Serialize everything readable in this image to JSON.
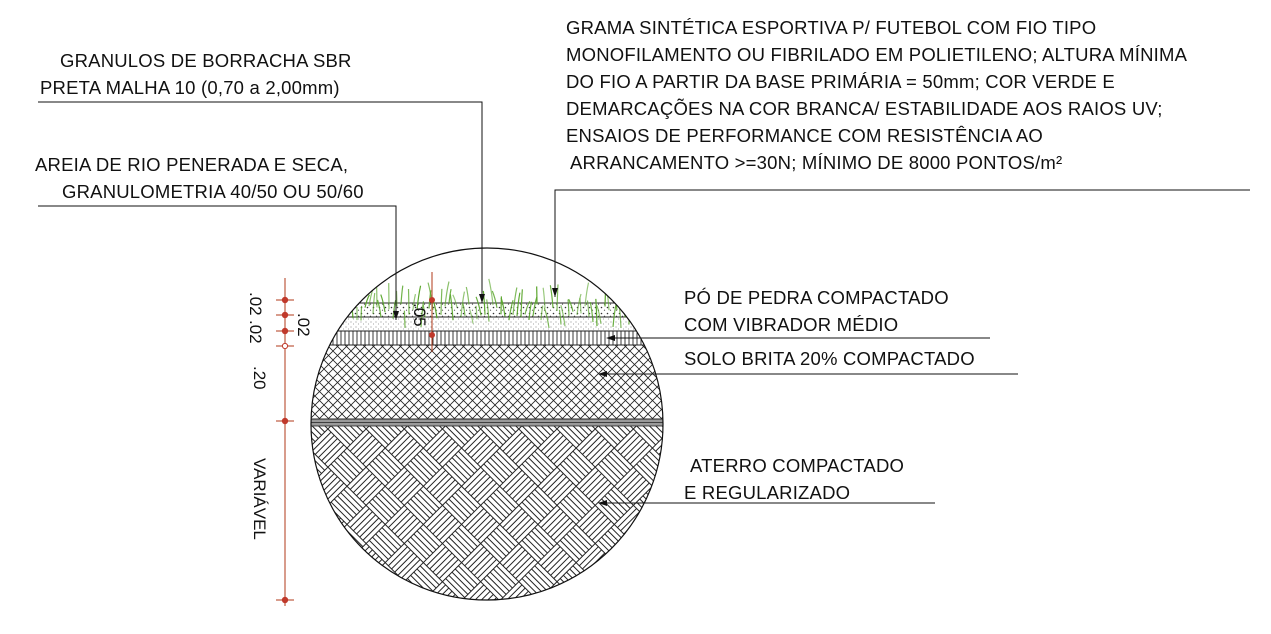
{
  "labels": {
    "granulos": [
      "GRANULOS DE BORRACHA SBR",
      "PRETA MALHA 10 (0,70 a 2,00mm)"
    ],
    "areia": [
      "AREIA DE RIO PENERADA E SECA,",
      "GRANULOMETRIA 40/50 OU 50/60"
    ],
    "grama": [
      "GRAMA SINTÉTICA ESPORTIVA P/ FUTEBOL COM FIO TIPO",
      "MONOFILAMENTO OU FIBRILADO EM POLIETILENO; ALTURA MÍNIMA",
      "DO FIO A PARTIR DA BASE PRIMÁRIA = 50mm; COR VERDE E",
      "DEMARCAÇÕES NA COR BRANCA/ ESTABILIDADE AOS RAIOS UV;",
      "ENSAIOS DE PERFORMANCE COM RESISTÊNCIA AO",
      "ARRANCAMENTO >=30N; MÍNIMO DE 8000 PONTOS/m²"
    ],
    "po_pedra": [
      "PÓ DE PEDRA COMPACTADO",
      "COM VIBRADOR MÉDIO"
    ],
    "solo_brita": [
      "SOLO BRITA 20% COMPACTADO"
    ],
    "aterro": [
      "ATERRO COMPACTADO",
      "E REGULARIZADO"
    ]
  },
  "dimensions": {
    "d1": ".02",
    "d2": ".02",
    "d3": ".02",
    "d4": ".20",
    "d5": "VARIÁVEL",
    "grass_height": ".05"
  },
  "colors": {
    "line": "#111111",
    "dim_line": "#b03a1a",
    "dim_marker": "#c0392b",
    "grass": "#5aa62c"
  }
}
